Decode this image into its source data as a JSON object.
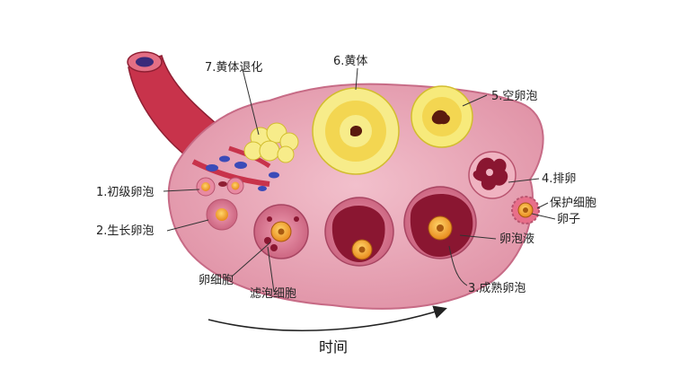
{
  "labels": {
    "primordial_follicle": "1.初级卵泡",
    "growing_follicle": "2.生长卵泡",
    "mature_follicle": "3.成熟卵泡",
    "ovulation": "4.排卵",
    "empty_follicle": "5.空卵泡",
    "corpus_luteum": "6.黄体",
    "corpus_luteum_regression": "7.黄体退化",
    "protective_cells": "保护细胞",
    "egg": "卵子",
    "follicular_fluid": "卵泡液",
    "egg_cell": "卵细胞",
    "follicle_cells": "滤泡细胞"
  },
  "time_axis": {
    "label": "时间"
  },
  "colors": {
    "ovary_fill": "#e7a3b3",
    "ovary_stroke": "#c76b86",
    "vessel_red": "#c8334b",
    "follicle_pink": "#d88aa0",
    "antrum_dark": "#8a1631",
    "egg_orange": "#f5a623",
    "luteum_yellow": "#f3e46a",
    "blue_cell": "#3b4bb8"
  }
}
